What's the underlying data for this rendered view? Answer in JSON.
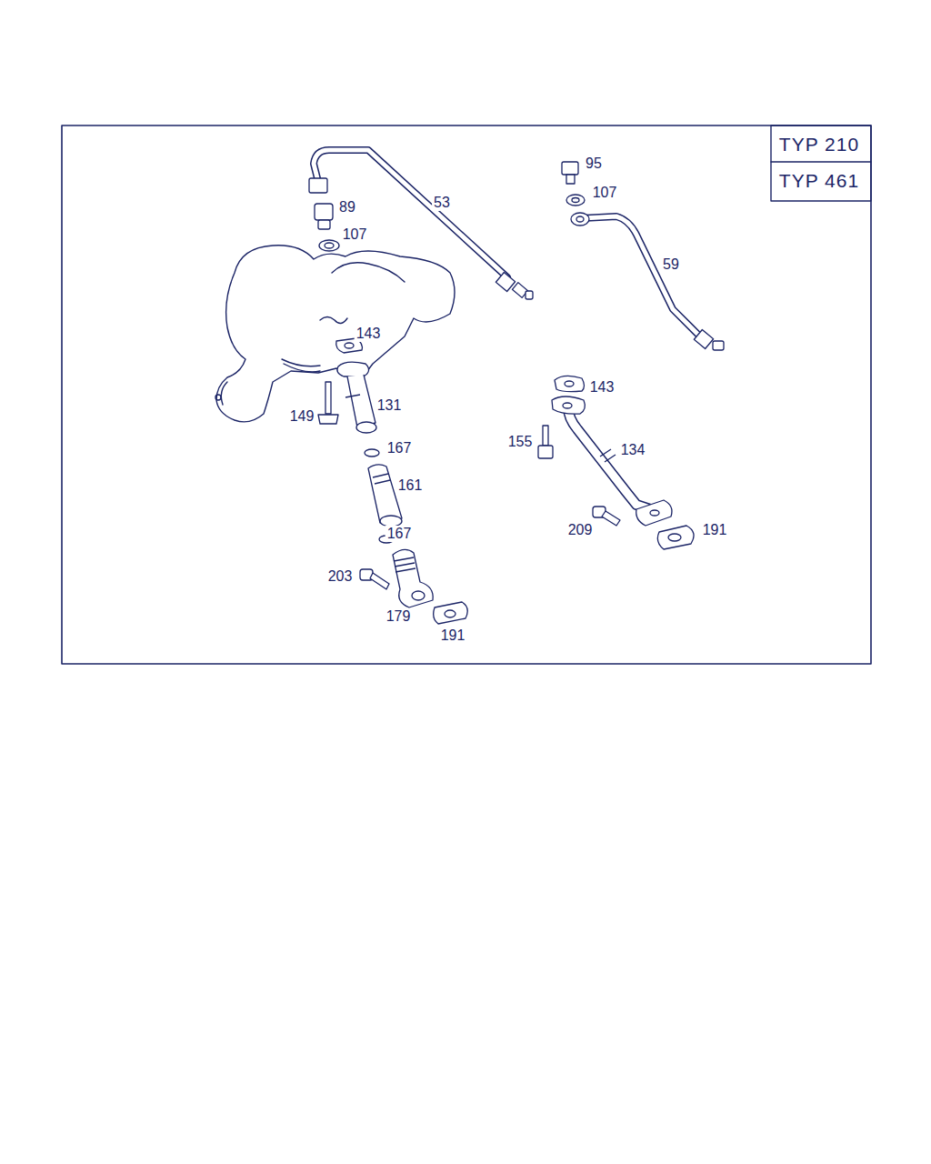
{
  "diagram": {
    "labels": [
      "TYP 210",
      "TYP 461",
      "53",
      "89",
      "107",
      "95",
      "107",
      "59",
      "143",
      "131",
      "149",
      "143",
      "134",
      "155",
      "167",
      "161",
      "167",
      "209",
      "191",
      "203",
      "179",
      "191"
    ]
  }
}
